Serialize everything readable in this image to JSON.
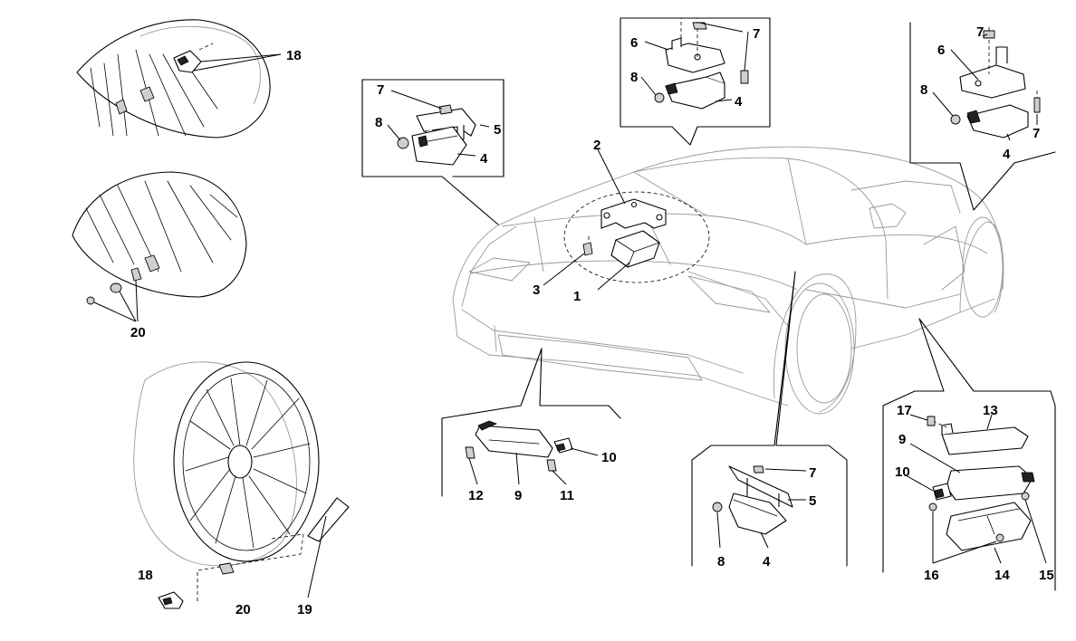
{
  "callouts": {
    "c1": "1",
    "c2": "2",
    "c3": "3",
    "c4a": "4",
    "c4b": "4",
    "c4c": "4",
    "c4d": "4",
    "c5a": "5",
    "c5b": "5",
    "c6a": "6",
    "c6b": "6",
    "c7a": "7",
    "c7b": "7",
    "c7c": "7",
    "c7d": "7",
    "c7e": "7",
    "c8a": "8",
    "c8b": "8",
    "c8c": "8",
    "c8d": "8",
    "c9a": "9",
    "c9b": "9",
    "c10a": "10",
    "c10b": "10",
    "c11": "11",
    "c12": "12",
    "c13": "13",
    "c14": "14",
    "c15": "15",
    "c16": "16",
    "c17": "17",
    "c18a": "18",
    "c18b": "18",
    "c19": "19",
    "c20a": "20",
    "c20b": "20"
  }
}
